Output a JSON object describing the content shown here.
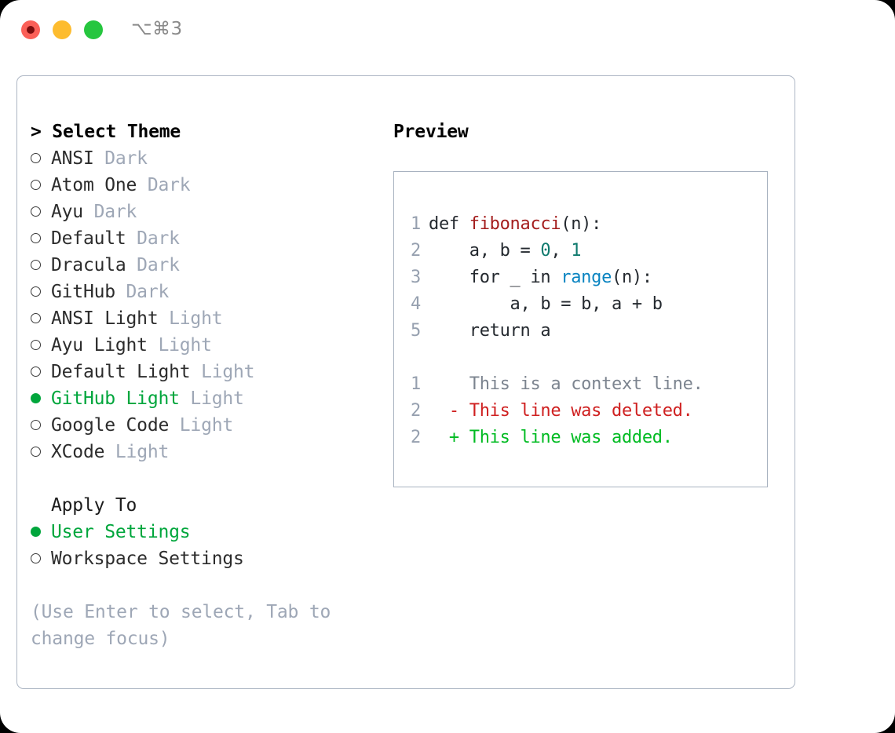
{
  "window": {
    "shortcut": "⌥⌘3",
    "traffic_lights": [
      {
        "name": "close",
        "color": "#fb6058"
      },
      {
        "name": "minimize",
        "color": "#fdbc2f"
      },
      {
        "name": "maximize",
        "color": "#26c63f"
      }
    ]
  },
  "theme_picker": {
    "prompt": "> ",
    "header": "Select Theme",
    "marker_selected": "●",
    "marker_unselected": "○",
    "selected_color": "#00a63c",
    "tag_color": "#9ea7b6",
    "items": [
      {
        "name": "ANSI",
        "tag": "Dark",
        "selected": false
      },
      {
        "name": "Atom One",
        "tag": "Dark",
        "selected": false
      },
      {
        "name": "Ayu",
        "tag": "Dark",
        "selected": false
      },
      {
        "name": "Default",
        "tag": "Dark",
        "selected": false
      },
      {
        "name": "Dracula",
        "tag": "Dark",
        "selected": false
      },
      {
        "name": "GitHub",
        "tag": "Dark",
        "selected": false
      },
      {
        "name": "ANSI Light",
        "tag": "Light",
        "selected": false
      },
      {
        "name": "Ayu Light",
        "tag": "Light",
        "selected": false
      },
      {
        "name": "Default Light",
        "tag": "Light",
        "selected": false
      },
      {
        "name": "GitHub Light",
        "tag": "Light",
        "selected": true
      },
      {
        "name": "Google Code",
        "tag": "Light",
        "selected": false
      },
      {
        "name": "XCode",
        "tag": "Light",
        "selected": false
      }
    ]
  },
  "apply_to": {
    "header": "Apply To",
    "items": [
      {
        "name": "User Settings",
        "selected": true
      },
      {
        "name": "Workspace Settings",
        "selected": false
      }
    ]
  },
  "hint": "(Use Enter to select, Tab to change focus)",
  "preview": {
    "title": "Preview",
    "code_lines": [
      {
        "lineno": "1",
        "tokens": [
          {
            "text": "def ",
            "style": "def"
          },
          {
            "text": "fibonacci",
            "style": "fn"
          },
          {
            "text": "(n):",
            "style": "plain"
          }
        ]
      },
      {
        "lineno": "2",
        "tokens": [
          {
            "text": "    a, b = ",
            "style": "plain"
          },
          {
            "text": "0",
            "style": "num"
          },
          {
            "text": ", ",
            "style": "plain"
          },
          {
            "text": "1",
            "style": "num"
          }
        ]
      },
      {
        "lineno": "3",
        "tokens": [
          {
            "text": "    for _ in ",
            "style": "plain"
          },
          {
            "text": "range",
            "style": "builtin"
          },
          {
            "text": "(n):",
            "style": "plain"
          }
        ]
      },
      {
        "lineno": "4",
        "tokens": [
          {
            "text": "        a, b = b, a + b",
            "style": "plain"
          }
        ]
      },
      {
        "lineno": "5",
        "tokens": [
          {
            "text": "    return a",
            "style": "plain"
          }
        ]
      }
    ],
    "diff_lines": [
      {
        "lineno": "1",
        "sign": "  ",
        "text": "This is a context line.",
        "kind": "ctx"
      },
      {
        "lineno": "2",
        "sign": "- ",
        "text": "This line was deleted.",
        "kind": "del"
      },
      {
        "lineno": "2",
        "sign": "+ ",
        "text": "This line was added.",
        "kind": "add"
      }
    ],
    "diff_colors": {
      "context": "#7c848f",
      "deleted": "#cf2020",
      "added": "#00bb22"
    }
  }
}
